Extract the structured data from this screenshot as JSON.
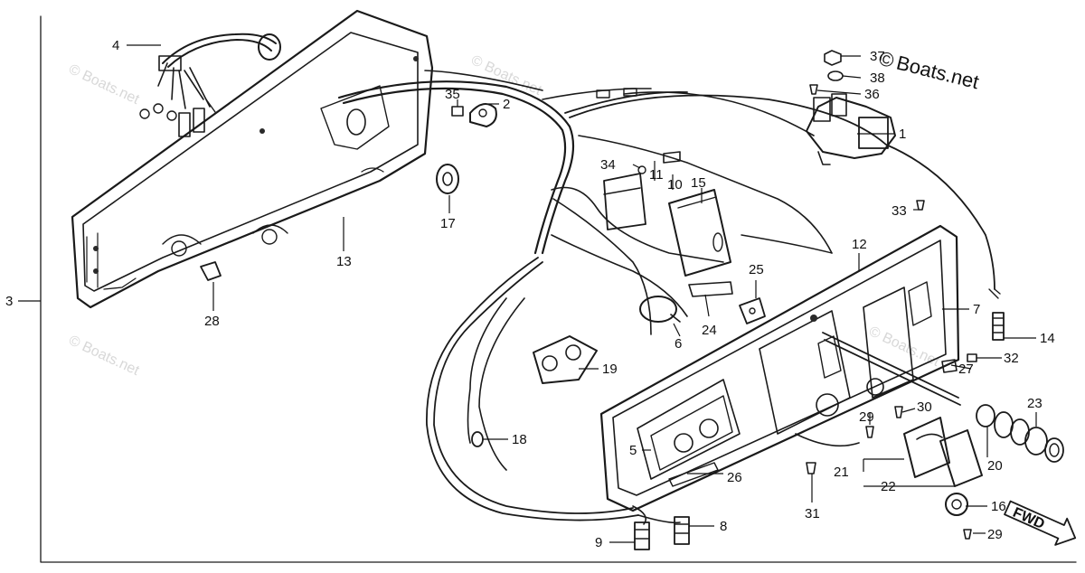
{
  "brand": {
    "text": "Boats.net",
    "copyright_symbol": "©"
  },
  "direction_arrow": {
    "label": "FWD"
  },
  "part_numbers": [
    "1",
    "2",
    "3",
    "4",
    "5",
    "6",
    "7",
    "8",
    "9",
    "10",
    "11",
    "12",
    "13",
    "14",
    "15",
    "16",
    "17",
    "18",
    "19",
    "20",
    "21",
    "22",
    "23",
    "24",
    "25",
    "26",
    "27",
    "28",
    "29",
    "29",
    "30",
    "31",
    "32",
    "33",
    "34",
    "35",
    "36",
    "37",
    "38"
  ]
}
